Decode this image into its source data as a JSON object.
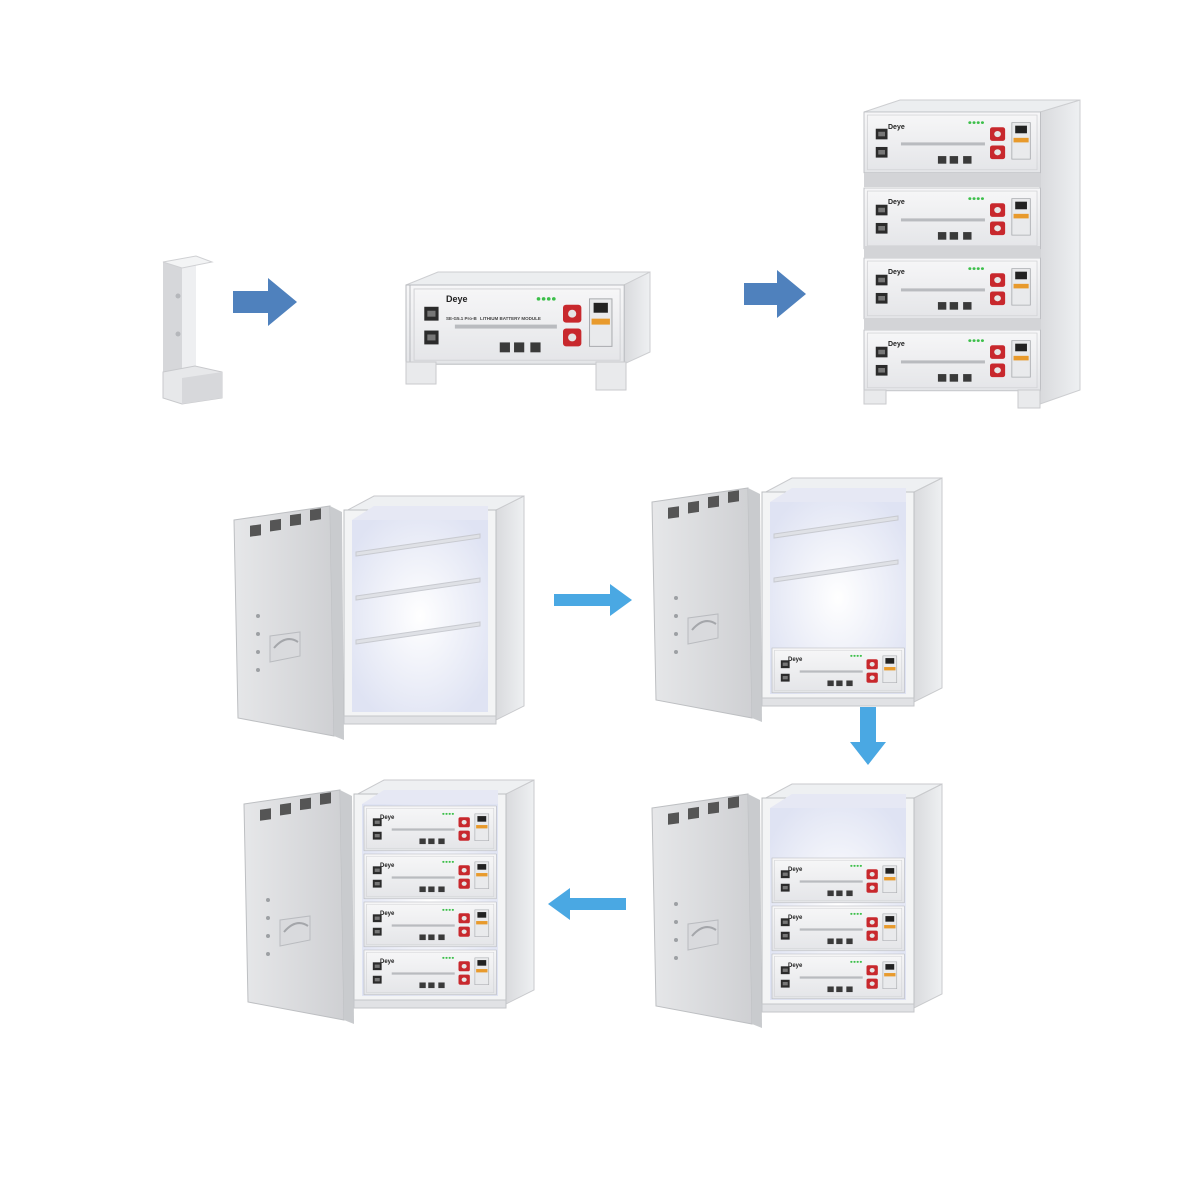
{
  "brand": "Deye",
  "module_model": "SE-G5.1 Pro-B",
  "module_title": "LITHIUM BATTERY MODULE",
  "colors": {
    "arrow_top": "#4f81bd",
    "arrow_bottom": "#4aa8e3",
    "metal_light": "#f2f2f4",
    "metal_mid": "#dcdde0",
    "metal_dark": "#c4c6ca",
    "terminal_red": "#c8282d",
    "breaker_orange": "#e89a2c",
    "led_green": "#3cbf4a",
    "interior_glow": "#e9ecff"
  },
  "steps": [
    {
      "id": "bracket",
      "stage": "floor-bracket"
    },
    {
      "id": "single-module",
      "stage": "one-battery-module"
    },
    {
      "id": "stacked-modules",
      "stage": "four-battery-modules-stacked"
    },
    {
      "id": "empty-cabinet",
      "stage": "cabinet-open-empty"
    },
    {
      "id": "cabinet-one",
      "stage": "cabinet-one-module"
    },
    {
      "id": "cabinet-three",
      "stage": "cabinet-three-modules"
    },
    {
      "id": "cabinet-full",
      "stage": "cabinet-four-modules"
    }
  ],
  "flow": [
    "right",
    "right",
    "right",
    "down",
    "left"
  ]
}
